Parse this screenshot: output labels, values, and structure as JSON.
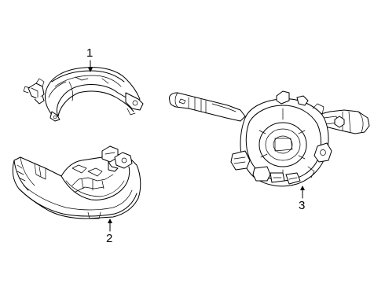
{
  "diagram": {
    "background": "#ffffff",
    "ink_color": "#000000",
    "parts": [
      {
        "id": "upper-shroud",
        "callout": "1"
      },
      {
        "id": "lower-shroud",
        "callout": "2"
      },
      {
        "id": "switch-module",
        "callout": "3"
      }
    ]
  }
}
